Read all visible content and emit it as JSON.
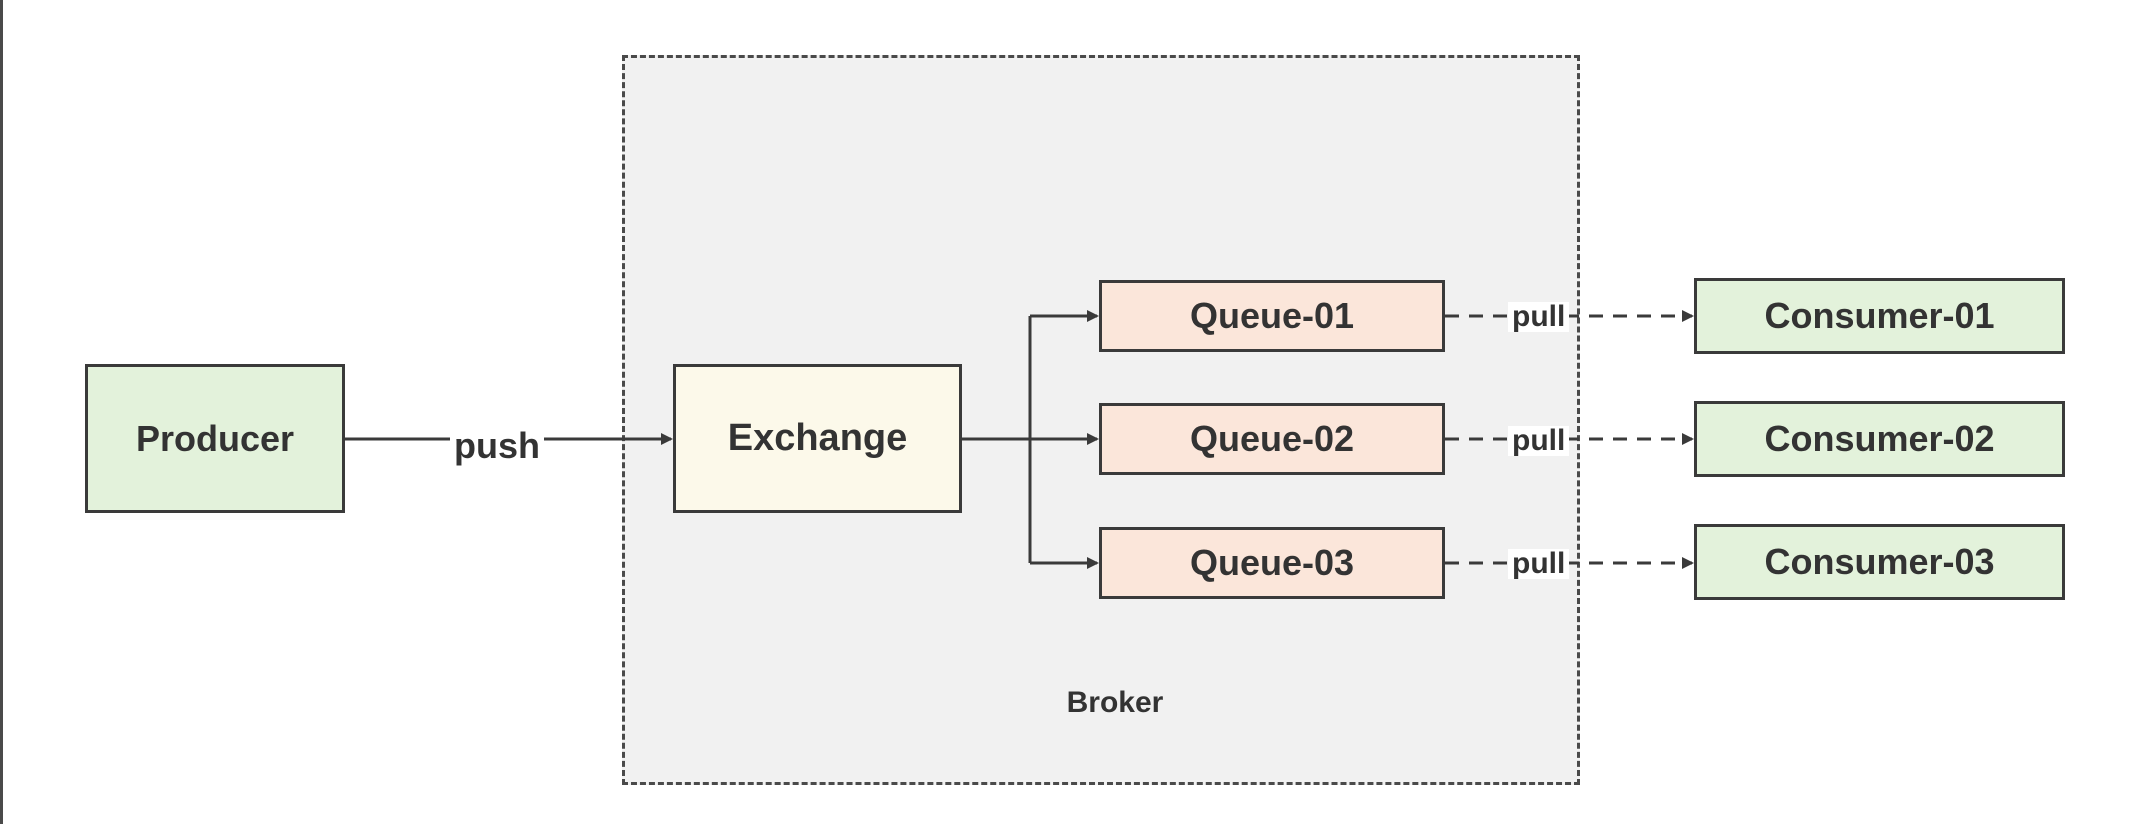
{
  "diagram": {
    "broker_label": "Broker",
    "nodes": {
      "producer": "Producer",
      "exchange": "Exchange",
      "queues": [
        "Queue-01",
        "Queue-02",
        "Queue-03"
      ],
      "consumers": [
        "Consumer-01",
        "Consumer-02",
        "Consumer-03"
      ]
    },
    "edges": {
      "push_label": "push",
      "pull_labels": [
        "pull",
        "pull",
        "pull"
      ]
    },
    "colors": {
      "producer_fill": "#e3f2db",
      "exchange_fill": "#fcf9ea",
      "queue_fill": "#fbe6da",
      "consumer_fill": "#e3f2db",
      "broker_fill": "#f1f1f1",
      "stroke": "#3a3a3a"
    }
  }
}
